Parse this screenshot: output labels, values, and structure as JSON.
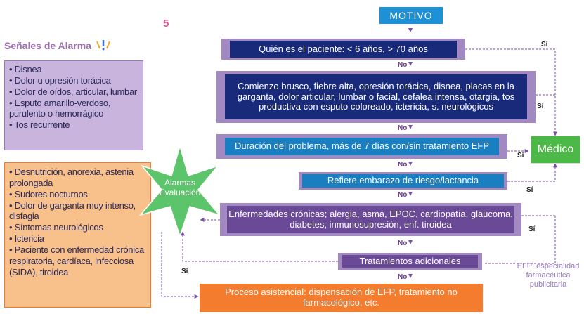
{
  "page_number": "5",
  "alarm_title": "Señales de Alarma",
  "alarm_list_1": [
    "Disnea",
    "Dolor u opresión torácica",
    "Dolor de oídos, articular, lumbar",
    "Esputo amarillo-verdoso, purulento o hemorrágico",
    "Tos recurrente"
  ],
  "alarm_list_2": [
    "Desnutrición, anorexia, astenia prolongada",
    "Sudores nocturnos",
    "Dolor de garganta muy intenso, disfagia",
    "Síntomas neurológicos",
    "Ictericia",
    "Paciente con enfermedad crónica respiratoria, cardíaca, infecciosa (SIDA), tiroidea"
  ],
  "star_label": [
    "Alarmas",
    "Evaluación"
  ],
  "flow": {
    "motivo": "MOTIVO",
    "step1": "Quién es el paciente: < 6 años, > 70 años",
    "step2": "Comienzo brusco, fiebre alta, opresión torácica, disnea, placas en la garganta, dolor articular, lumbar o facial, cefalea intensa, otargia, tos productiva con esputo coloreado, ictericia, s. neurológicos",
    "step3": "Duración del problema, más de 7 días con/sin tratamiento EFP",
    "step4": "Refiere embarazo de riesgo/lactancia",
    "step5": "Enfermedades crónicas; alergia, asma, EPOC, cardiopatía, glaucoma, diabetes, inmunosupresión, enf. tiroidea",
    "step6": "Tratamientos adicionales",
    "step7": "Proceso asistencial: dispensación de EFP, tratamiento no farmacológico, etc.",
    "medico": "Médico",
    "no_label": "No",
    "si_label": "Sí"
  },
  "efp_note": "EFP: especialidad farmacéutica publicitaria",
  "colors": {
    "motivo": "#1e90d6",
    "lavender": "#a389c2",
    "navy": "#1a2a7a",
    "blue": "#1a7fc0",
    "purple": "#6a4a96",
    "orange": "#f47c2e",
    "green": "#4cb848",
    "star": "#5cc46a"
  }
}
